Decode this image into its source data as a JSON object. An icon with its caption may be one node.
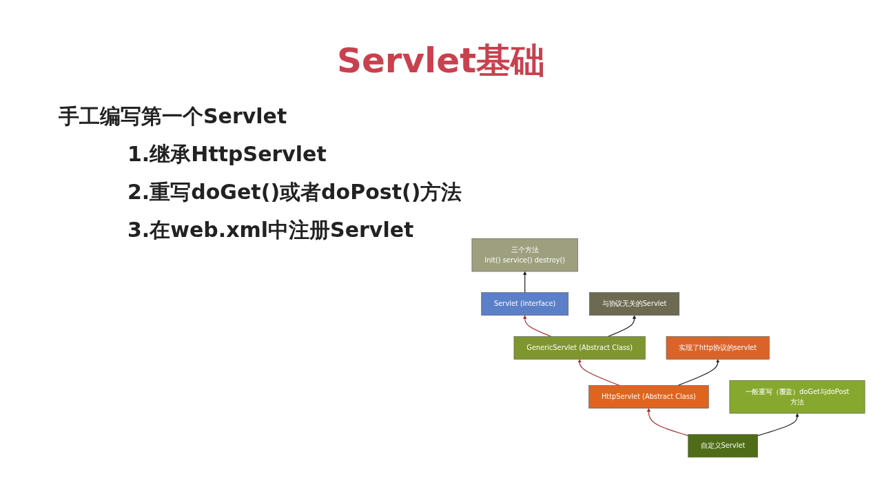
{
  "diagram": {
    "title": "Servlet基础",
    "nodes": [
      {
        "text": [
          "Servlet (interface)"
        ]
      },
      {
        "text": [
          "三个方法",
          "Init() service() destroy()"
        ]
      },
      {
        "text": [
          "GenericServlet (Abstract Class)"
        ]
      },
      {
        "text": [
          "与协议无关的Servlet"
        ]
      },
      {
        "text": [
          "HttpServlet (Abstract Class)"
        ]
      },
      {
        "text": [
          "实现了http协议的servlet"
        ]
      },
      {
        "text": [
          "自定义Servlet"
        ]
      },
      {
        "text": [
          "一般重写（覆盖）doGet与doPost方法"
        ]
      }
    ],
    "edges": [
      {
        "from": 0,
        "to": 1,
        "arrow": "to",
        "color": "#222222"
      },
      {
        "from": 2,
        "to": 0,
        "arrow": "to",
        "color": "#a03030"
      },
      {
        "from": 2,
        "to": 3,
        "arrow": "to",
        "color": "#222222"
      },
      {
        "from": 4,
        "to": 2,
        "arrow": "to",
        "color": "#a03030"
      },
      {
        "from": 4,
        "to": 5,
        "arrow": "to",
        "color": "#222222"
      },
      {
        "from": 6,
        "to": 4,
        "arrow": "to",
        "color": "#a03030"
      },
      {
        "from": 6,
        "to": 7,
        "arrow": "to",
        "color": "#222222"
      }
    ],
    "labels": [
      "手工编写第一个Servlet",
      "1.继承HttpServlet",
      "2.重写doGet()或者doPost()方法",
      "3.在web.xml中注册Servlet"
    ]
  }
}
